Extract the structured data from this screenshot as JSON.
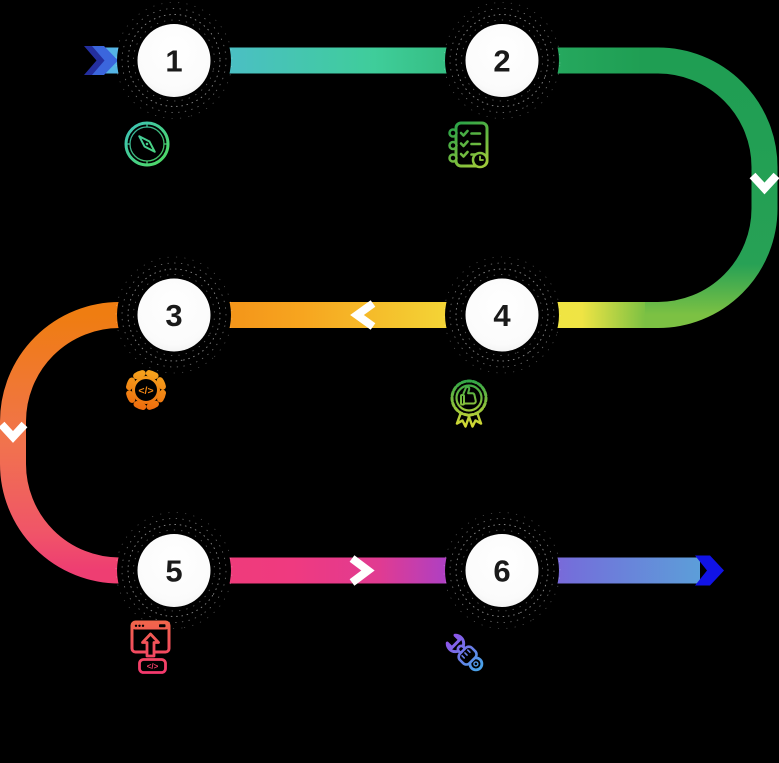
{
  "background_color": "#000000",
  "diagram": {
    "type": "process-timeline-snake",
    "steps": [
      {
        "number": "1",
        "icon": "compass-icon",
        "row": 1
      },
      {
        "number": "2",
        "icon": "checklist-clock-icon",
        "row": 1
      },
      {
        "number": "3",
        "icon": "gear-code-icon",
        "row": 2
      },
      {
        "number": "4",
        "icon": "award-thumbs-up-icon",
        "row": 2
      },
      {
        "number": "5",
        "icon": "browser-deploy-code-icon",
        "row": 3
      },
      {
        "number": "6",
        "icon": "wrench-support-icon",
        "row": 3
      }
    ],
    "icon_labels": {
      "code_tag": "</>"
    },
    "palette": {
      "start_arrow_dark": "#242f9f",
      "start_arrow_bright": "#3b66dd",
      "row1_start": "#55b3e8",
      "row1_mid": "#3fcd9a",
      "row1_end": "#1f9e53",
      "green": "#1f9e53",
      "yellow_green": "#7cc143",
      "yellow": "#f2e53e",
      "orange": "#ef7d11",
      "salmon": "#f1734d",
      "pink": "#ee3e72",
      "magenta": "#e03b92",
      "purple": "#9e41d3",
      "violet_blue": "#7370da",
      "steel_blue": "#5c9ed9",
      "end_arrow": "#1113e6",
      "circle_fill": "#ffffff",
      "number_color": "#1a1a1a",
      "direction_chevron": "#ffffff",
      "icon1_start": "#3ec4b4",
      "icon1_end": "#4ed964",
      "icon2_start": "#2fa447",
      "icon2_end": "#9cc93a",
      "icon3_start": "#f6a21c",
      "icon3_end": "#ee6e0e",
      "icon4_start": "#2fa447",
      "icon4_end": "#d6d934",
      "icon5_start": "#f1654b",
      "icon5_end": "#f4386e",
      "icon6_start": "#8e54e9",
      "icon6_end": "#4aa0e8"
    }
  }
}
